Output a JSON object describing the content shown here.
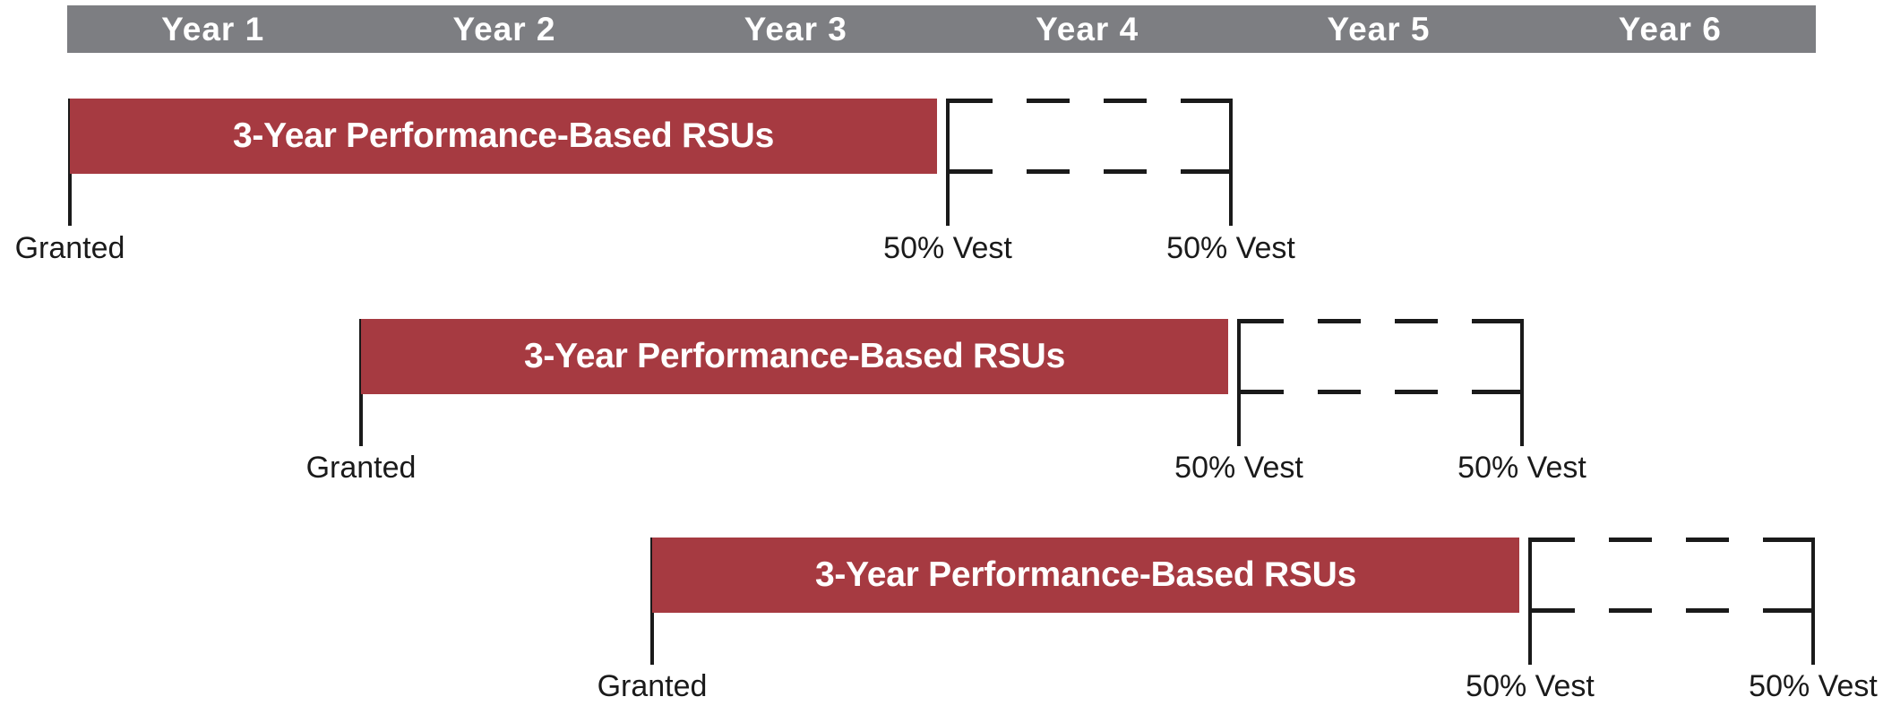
{
  "timeline": {
    "years": [
      "Year 1",
      "Year 2",
      "Year 3",
      "Year 4",
      "Year 5",
      "Year 6"
    ],
    "rows": [
      {
        "bar_label": "3-Year Performance-Based RSUs",
        "granted_label": "Granted",
        "vests": [
          "50% Vest",
          "50% Vest"
        ],
        "grant_start_year": 1,
        "bar_duration_years": 3,
        "vest_at_end_of_years": [
          3,
          4
        ]
      },
      {
        "bar_label": "3-Year Performance-Based RSUs",
        "granted_label": "Granted",
        "vests": [
          "50% Vest",
          "50% Vest"
        ],
        "grant_start_year": 2,
        "bar_duration_years": 3,
        "vest_at_end_of_years": [
          4,
          5
        ]
      },
      {
        "bar_label": "3-Year Performance-Based RSUs",
        "granted_label": "Granted",
        "vests": [
          "50% Vest",
          "50% Vest"
        ],
        "grant_start_year": 3,
        "bar_duration_years": 3,
        "vest_at_end_of_years": [
          5,
          6
        ]
      }
    ],
    "colors": {
      "header_band": "#7D7E82",
      "bar": "#A63A41",
      "line": "#1A1A1A",
      "label_text": "#1A1A1A",
      "year_text": "#FFFFFF",
      "bar_text": "#FFFFFF"
    }
  }
}
